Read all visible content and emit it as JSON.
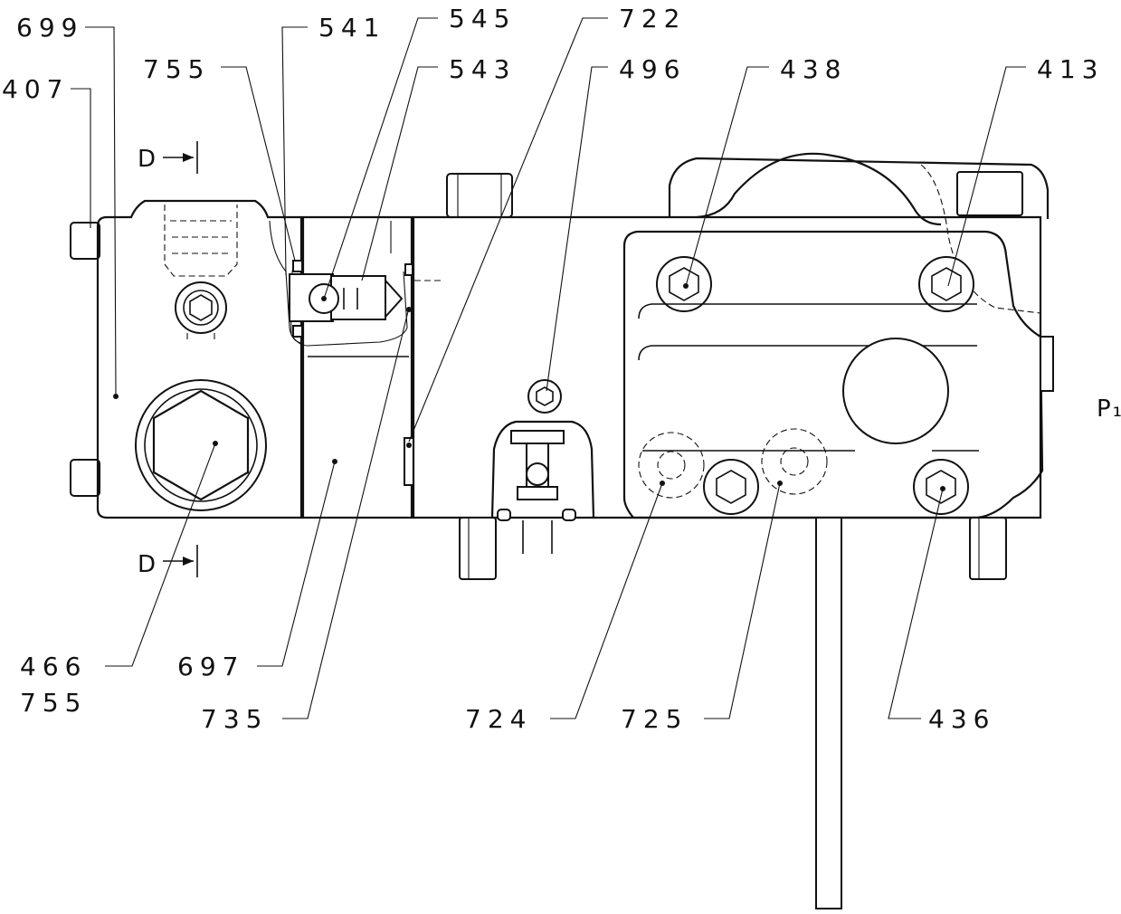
{
  "diagram": {
    "callouts": {
      "c699": "699",
      "c407": "407",
      "c755a": "755",
      "c541": "541",
      "c545": "545",
      "c543": "543",
      "c722": "722",
      "c496": "496",
      "c438": "438",
      "c413": "413",
      "c466": "466",
      "c755b": "755",
      "c697": "697",
      "c735": "735",
      "c724": "724",
      "c725": "725",
      "c436": "436"
    },
    "section_marks": {
      "top": "D",
      "bottom": "D"
    },
    "port_label": "P₁"
  }
}
